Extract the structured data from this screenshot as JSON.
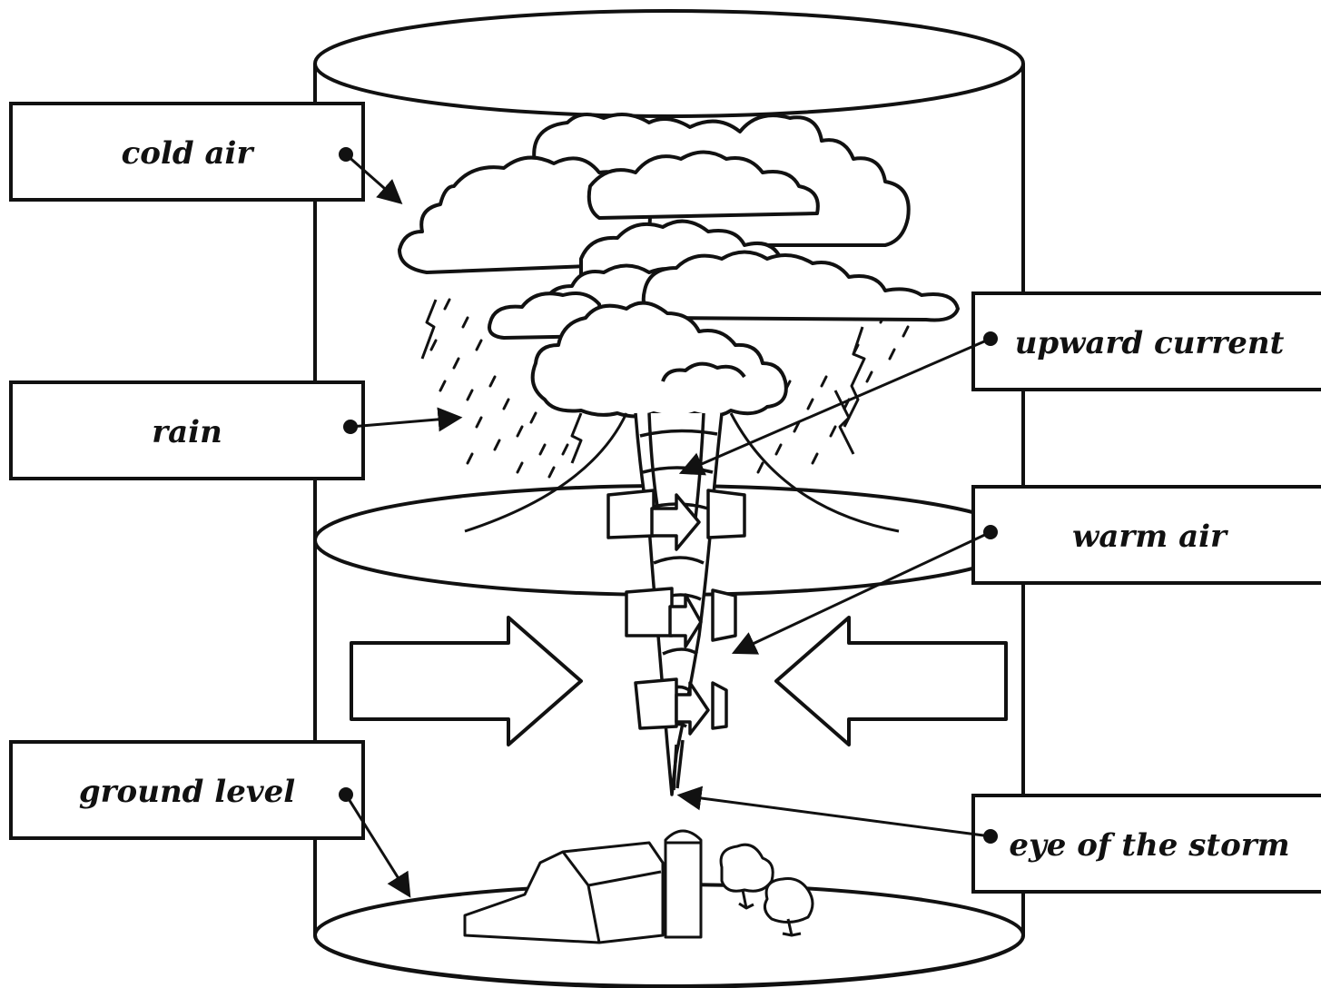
{
  "diagram": {
    "labels": {
      "cold_air": "cold air",
      "rain": "rain",
      "ground_level": "ground level",
      "upward_current": "upward current",
      "warm_air": "warm air",
      "eye_of_the_storm": "eye of the storm"
    },
    "colors": {
      "line": "#111111",
      "fill": "#ffffff"
    }
  }
}
